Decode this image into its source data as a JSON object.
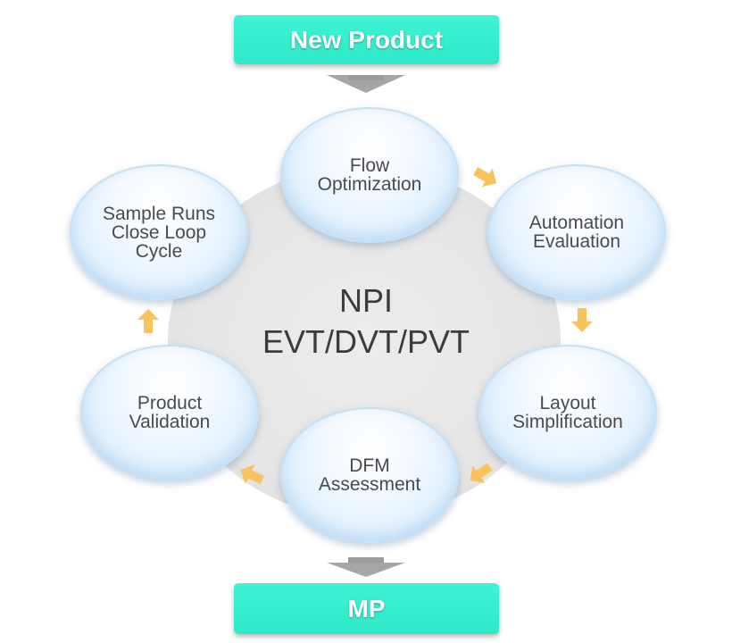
{
  "start_box": "New Product",
  "end_box": "MP",
  "center": {
    "line1": "NPI",
    "line2": "EVT/DVT/PVT"
  },
  "steps": [
    {
      "lines": [
        "Flow",
        "Optimization"
      ]
    },
    {
      "lines": [
        "Automation",
        "Evaluation"
      ]
    },
    {
      "lines": [
        "Layout",
        "Simplification"
      ]
    },
    {
      "lines": [
        "DFM",
        "Assessment"
      ]
    },
    {
      "lines": [
        "Product",
        "Validation"
      ]
    },
    {
      "lines": [
        "Sample Runs",
        "Close Loop",
        "Cycle"
      ]
    }
  ],
  "colors": {
    "box": "#33efcf",
    "arrow_orange": "#f8c25c",
    "arrow_gray": "#a6a6a6",
    "node_fill": "#e2f0fc",
    "hub": "#e6e6e6"
  }
}
